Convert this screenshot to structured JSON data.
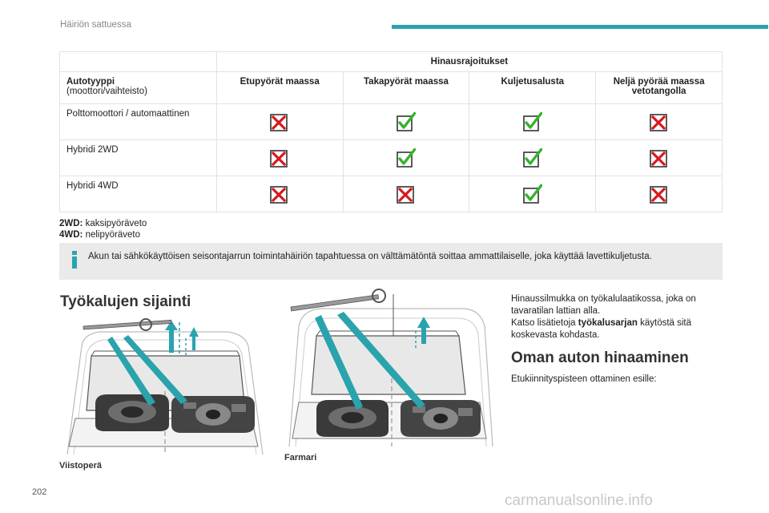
{
  "header": {
    "section": "Häiriön sattuessa"
  },
  "table": {
    "group_header": "Hinausrajoitukset",
    "row_header": {
      "title": "Autotyyppi",
      "sub": "(moottori/vaihteisto)"
    },
    "columns": [
      "Etupyörät maassa",
      "Takapyörät maassa",
      "Kuljetusalusta",
      "Neljä pyörää maassa vetotangolla"
    ],
    "rows": [
      {
        "label": "Polttomoottori / automaattinen",
        "marks": [
          "cross",
          "check",
          "check",
          "cross"
        ]
      },
      {
        "label": "Hybridi 2WD",
        "marks": [
          "cross",
          "check",
          "check",
          "cross"
        ]
      },
      {
        "label": "Hybridi 4WD",
        "marks": [
          "cross",
          "cross",
          "check",
          "cross"
        ]
      }
    ]
  },
  "legend": [
    {
      "term": "2WD:",
      "desc": " kaksipyöräveto"
    },
    {
      "term": "4WD:",
      "desc": " nelipyöräveto"
    }
  ],
  "info": {
    "text": "Akun tai sähkökäyttöisen seisontajarrun toimintahäiriön tapahtuessa on välttämätöntä soittaa ammattilaiselle, joka käyttää lavettikuljetusta."
  },
  "section_tools": {
    "title": "Työkalujen sijainti"
  },
  "figures": {
    "caption1": "Viistoperä",
    "caption2": "Farmari"
  },
  "right_col": {
    "p1": "Hinaussilmukka on työkalulaatikossa, joka on tavaratilan lattian alla.",
    "p2_pre": "Katso lisätietoja ",
    "p2_bold": "työkalusarjan",
    "p2_post": " käytöstä sitä koskevasta kohdasta.",
    "heading": "Oman auton hinaaminen",
    "p3": "Etukiinnityspisteen ottaminen esille:"
  },
  "footer": {
    "page": "202",
    "watermark": "carmanualsonline.info"
  },
  "colors": {
    "accent": "#2aa3ad",
    "cross": "#d7191f",
    "check": "#35b42c"
  }
}
